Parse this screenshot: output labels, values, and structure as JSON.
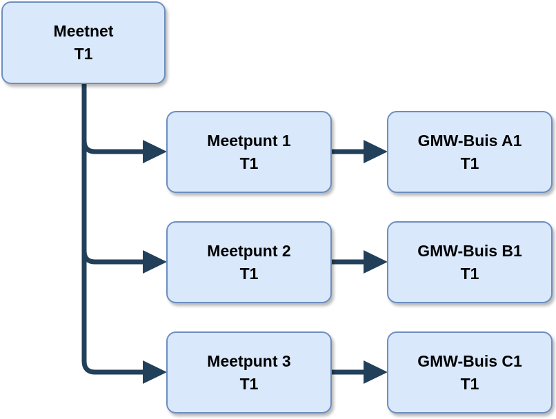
{
  "nodes": {
    "root": {
      "line1": "Meetnet",
      "line2": "T1"
    },
    "meetpunt1": {
      "line1": "Meetpunt 1",
      "line2": "T1"
    },
    "meetpunt2": {
      "line1": "Meetpunt 2",
      "line2": "T1"
    },
    "meetpunt3": {
      "line1": "Meetpunt 3",
      "line2": "T1"
    },
    "gmw_a1": {
      "line1": "GMW-Buis A1",
      "line2": "T1"
    },
    "gmw_b1": {
      "line1": "GMW-Buis B1",
      "line2": "T1"
    },
    "gmw_c1": {
      "line1": "GMW-Buis C1",
      "line2": "T1"
    }
  },
  "edges": [
    {
      "from": "root",
      "to": "meetpunt1"
    },
    {
      "from": "root",
      "to": "meetpunt2"
    },
    {
      "from": "root",
      "to": "meetpunt3"
    },
    {
      "from": "meetpunt1",
      "to": "gmw_a1"
    },
    {
      "from": "meetpunt2",
      "to": "gmw_b1"
    },
    {
      "from": "meetpunt3",
      "to": "gmw_c1"
    }
  ],
  "colors": {
    "node_fill": "#dae8fc",
    "node_border": "#6c8ebf",
    "connector": "#23405a"
  }
}
